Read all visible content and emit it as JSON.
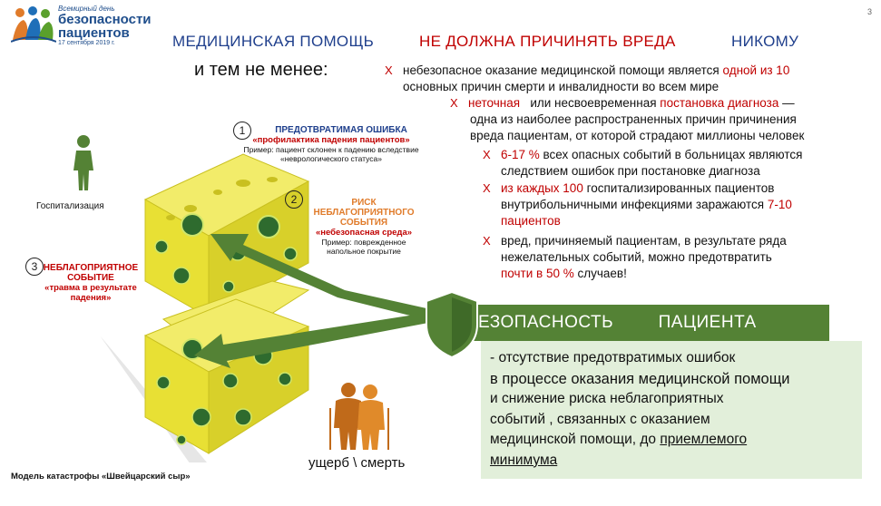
{
  "logo": {
    "line1": "Всемирный день",
    "line2a": "безопасности",
    "line2b": "пациентов",
    "line3": "17 сентября 2019 г."
  },
  "page_number": "3",
  "heading": {
    "left": "МЕДИЦИНСКАЯ ПОМОЩЬ",
    "center": "НЕ ДОЛЖНА ПРИЧИНЯТЬ ВРЕДА",
    "right": "НИКОМУ"
  },
  "intro": "и  тем не    менее:",
  "bullets": {
    "b1_pre": "небезопасное оказание медицинской помощи является ",
    "b1_red": "одной  из 10",
    "b1_post": "основных    причин  смерти   и инвалидности во всем мире",
    "b2_red1": "неточная",
    "b2_mid": "или несвоевременная ",
    "b2_red2": "постановка   диагноза",
    "b2_post1": " —",
    "b2_post2": "одна из наиболее распространенных причин причинения",
    "b2_post3": "вреда пациентам, от которой страдают миллионы человек",
    "b3_red": "6-17 %",
    "b3_post1": "  всех опасных событий в больницах являются",
    "b3_post2": "следствием ошибок при постановке диагноза",
    "b4_red": "из  каждых    100",
    "b4_post1": "   госпитализированных пациентов",
    "b4_post2": "внутрибольничными инфекциями заражаются ",
    "b4_red2": "7-10",
    "b4_red3": "пациентов",
    "b5_pre1": "вред, причиняемый пациентам, в результате ряда",
    "b5_pre2": "нежелательных    событий,    можно    предотвратить",
    "b5_red": "почти    в 50 %",
    "b5_post": "  случаев!",
    "x": "X"
  },
  "callout1": {
    "num": "1",
    "title": "ПРЕДОТВРАТИМАЯ ОШИБКА",
    "sub": "«профилактика падения пациентов»",
    "ex1": "Пример: пациент склонен к падению вследствие",
    "ex2": "«неврологического статуса»"
  },
  "callout2": {
    "num": "2",
    "title1": "РИСК",
    "title2": "НЕБЛАГОПРИЯТНОГО",
    "title3": "СОБЫТИЯ",
    "sub": "«небезопасная среда»",
    "ex1": "Пример: поврежденное",
    "ex2": "напольное покрытие"
  },
  "callout3": {
    "num": "3",
    "title1": "НЕБЛАГОПРИЯТНОЕ",
    "title2": "СОБЫТИЕ",
    "sub1": "«травма в результате",
    "sub2": "падения»"
  },
  "hospitalization": "Госпитализация",
  "harm_label": "ущерб \\ смерть",
  "footer_caption": "Модель катастрофы «Швейцарский сыр»",
  "banner": {
    "left": "БЕЗОПАСНОСТЬ",
    "right": "ПАЦИЕНТА"
  },
  "definition": {
    "l1": "- отсутствие     предотвратимых      ошибок",
    "l2": "в процессе оказания медицинской помощи",
    "l3": "и  снижение     риска   неблагоприятных",
    "l4": "событий  ,     связанных     с    оказанием",
    "l5a": "медицинской помощи, до ",
    "l5b": "приемлемого",
    "l6": "минимума"
  },
  "colors": {
    "accent_blue": "#1f3f8c",
    "accent_red": "#c00000",
    "green": "#548235",
    "cheese": "#e8e034"
  }
}
